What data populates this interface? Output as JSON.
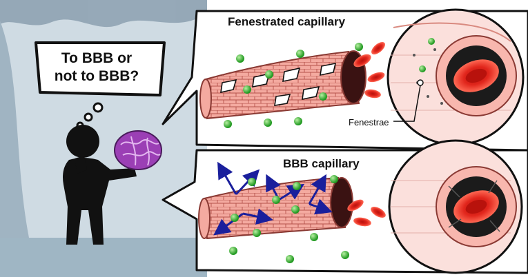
{
  "thought": {
    "line1": "To BBB or",
    "line2": "not to BBB?"
  },
  "top_panel": {
    "title": "Fenestrated capillary",
    "label": "Fenestrae"
  },
  "bottom_panel": {
    "title": "BBB capillary"
  },
  "colors": {
    "stage_bg": "#c9d6de",
    "curtain": "#8fa3b3",
    "vessel": "#f2a49a",
    "blood_cell": "#e1261c",
    "molecule": "#3fbf3f",
    "arrow": "#1a1f9c",
    "brain": "#9b3fb5"
  }
}
